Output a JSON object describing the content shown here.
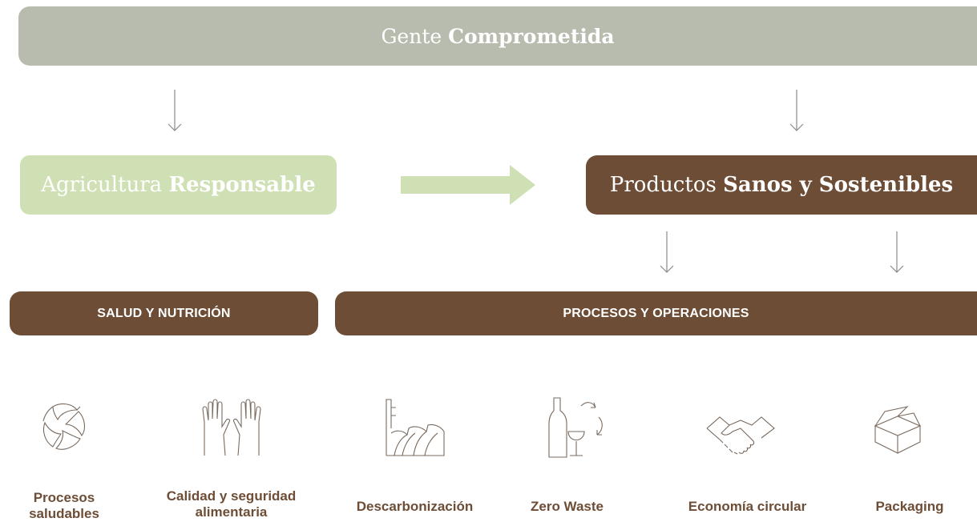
{
  "top": {
    "light": "Gente ",
    "bold": "Comprometida"
  },
  "agri": {
    "light": "Agricultura ",
    "bold": "Responsable"
  },
  "prod": {
    "light": "Productos ",
    "bold": "Sanos y Sostenibles"
  },
  "bars": {
    "salud": "SALUD Y NUTRICIÓN",
    "procesos": "PROCESOS Y OPERACIONES"
  },
  "items": [
    {
      "label": "Procesos\nsaludables",
      "icon": "recycle-leaves-icon"
    },
    {
      "label": "Calidad y seguridad\nalimentaria",
      "icon": "gloves-icon"
    },
    {
      "label": "Descarbonización",
      "icon": "factory-icon"
    },
    {
      "label": "Zero Waste",
      "icon": "bottle-glass-recycle-icon"
    },
    {
      "label": "Economía circular",
      "icon": "handshake-icon"
    },
    {
      "label": "Packaging",
      "icon": "box-icon"
    }
  ],
  "colors": {
    "gray": "#b8bcae",
    "green": "#cfe0b4",
    "brown": "#6e4d36",
    "icon_stroke": "#7a6a5e"
  }
}
